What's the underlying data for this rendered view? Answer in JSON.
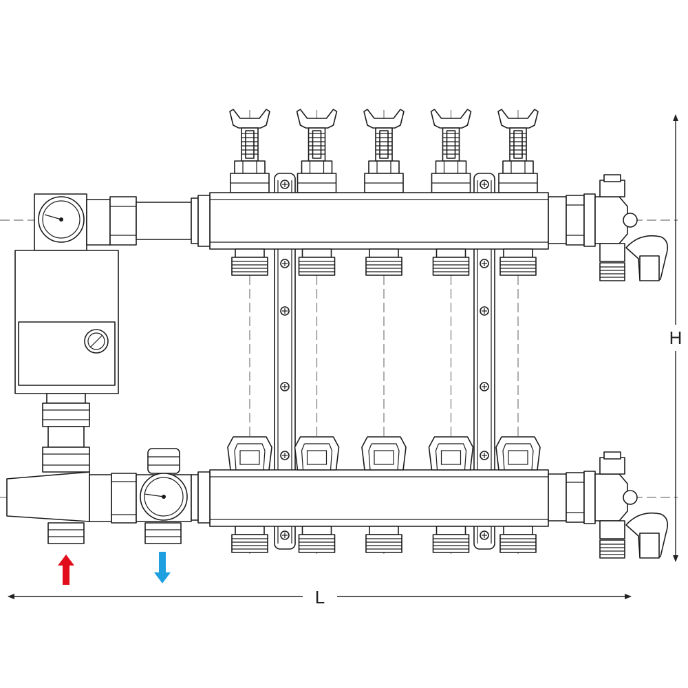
{
  "dimensions": {
    "length_label": "L",
    "height_label": "H"
  },
  "flow": {
    "supply_arrow_color": "#e10d1a",
    "return_arrow_color": "#1e9fe0"
  },
  "manifold": {
    "outlet_count": 5
  },
  "icons": [
    "pressure-gauge-icon",
    "flow-arrow-up-icon",
    "flow-arrow-down-icon",
    "air-vent-icon",
    "screw-icon"
  ]
}
